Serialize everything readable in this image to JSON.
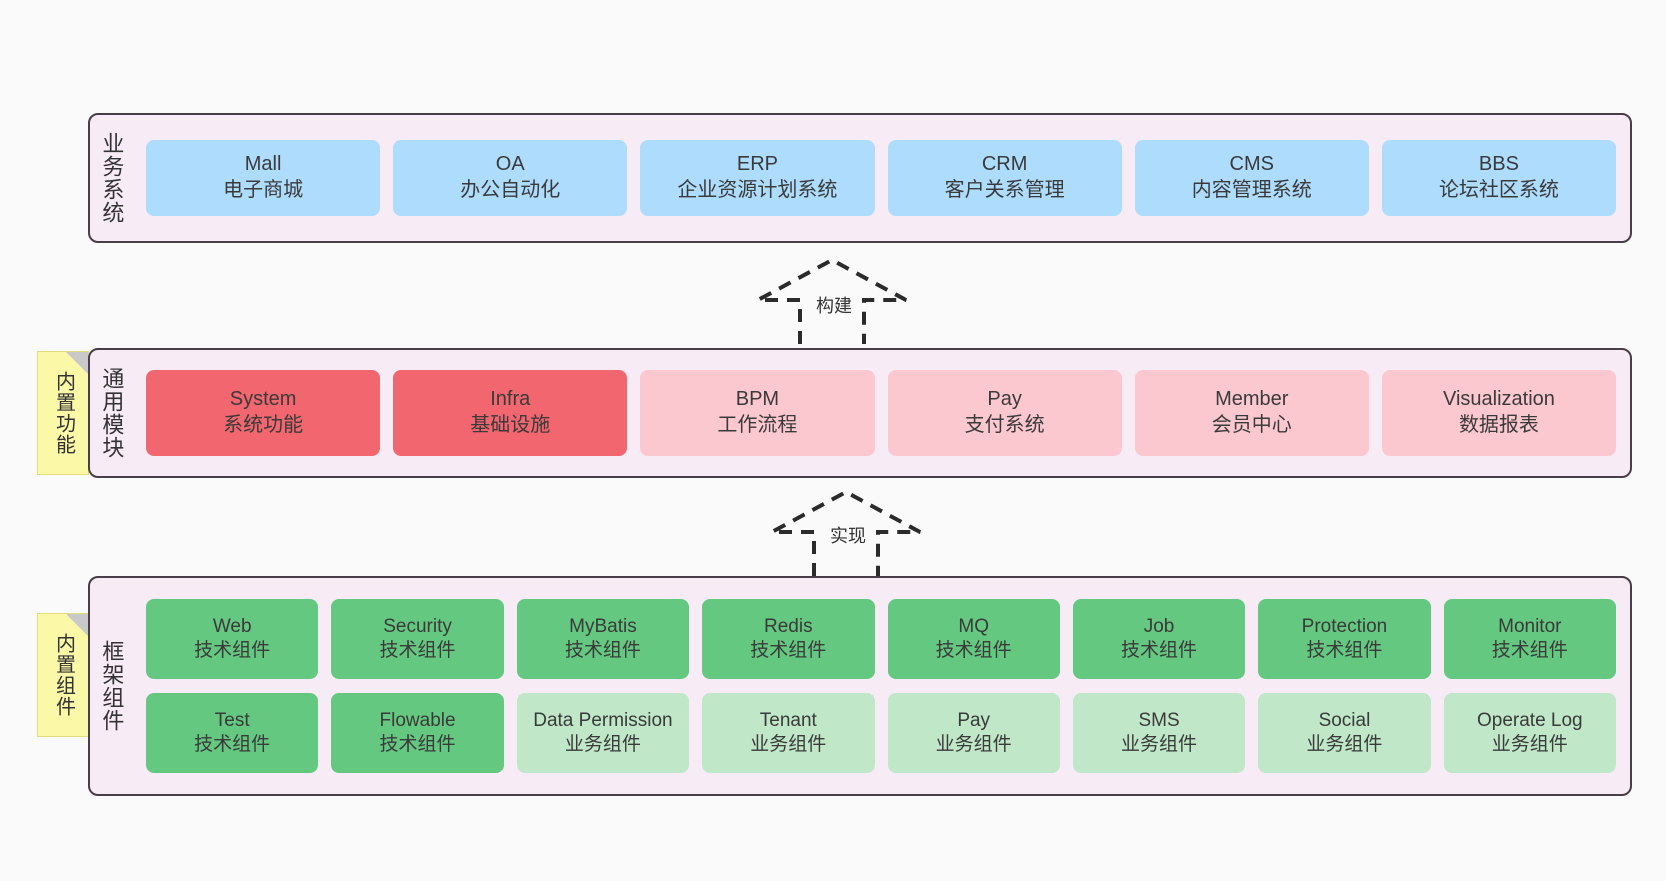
{
  "diagram": {
    "title": "",
    "background": "#fafafa",
    "colors": {
      "container_bg": "#f7ebf5",
      "container_border": "#4a3d4a",
      "business_card": "#aedcfd",
      "module_highlight": "#f2666f",
      "module_normal": "#fcc8cf",
      "tech_component": "#64c881",
      "biz_component": "#bfe7c8",
      "note_bg": "#fbf8a8",
      "note_fold": "#c9c9c9"
    }
  },
  "layers": {
    "business": {
      "label": "业务系统",
      "cards": [
        {
          "en": "Mall",
          "cn": "电子商城"
        },
        {
          "en": "OA",
          "cn": "办公自动化"
        },
        {
          "en": "ERP",
          "cn": "企业资源计划系统"
        },
        {
          "en": "CRM",
          "cn": "客户关系管理"
        },
        {
          "en": "CMS",
          "cn": "内容管理系统"
        },
        {
          "en": "BBS",
          "cn": "论坛社区系统"
        }
      ]
    },
    "common": {
      "label": "通用模块",
      "note": "内置功能",
      "cards": [
        {
          "en": "System",
          "cn": "系统功能",
          "style": "highlight"
        },
        {
          "en": "Infra",
          "cn": "基础设施",
          "style": "highlight"
        },
        {
          "en": "BPM",
          "cn": "工作流程",
          "style": "normal"
        },
        {
          "en": "Pay",
          "cn": "支付系统",
          "style": "normal"
        },
        {
          "en": "Member",
          "cn": "会员中心",
          "style": "normal"
        },
        {
          "en": "Visualization",
          "cn": "数据报表",
          "style": "normal"
        }
      ]
    },
    "framework": {
      "label": "框架组件",
      "note": "内置组件",
      "row1": [
        {
          "en": "Web",
          "cn": "技术组件",
          "style": "tech"
        },
        {
          "en": "Security",
          "cn": "技术组件",
          "style": "tech"
        },
        {
          "en": "MyBatis",
          "cn": "技术组件",
          "style": "tech"
        },
        {
          "en": "Redis",
          "cn": "技术组件",
          "style": "tech"
        },
        {
          "en": "MQ",
          "cn": "技术组件",
          "style": "tech"
        },
        {
          "en": "Job",
          "cn": "技术组件",
          "style": "tech"
        },
        {
          "en": "Protection",
          "cn": "技术组件",
          "style": "tech"
        },
        {
          "en": "Monitor",
          "cn": "技术组件",
          "style": "tech"
        }
      ],
      "row2": [
        {
          "en": "Test",
          "cn": "技术组件",
          "style": "tech"
        },
        {
          "en": "Flowable",
          "cn": "技术组件",
          "style": "tech"
        },
        {
          "en": "Data Permission",
          "cn": "业务组件",
          "style": "biz"
        },
        {
          "en": "Tenant",
          "cn": "业务组件",
          "style": "biz"
        },
        {
          "en": "Pay",
          "cn": "业务组件",
          "style": "biz"
        },
        {
          "en": "SMS",
          "cn": "业务组件",
          "style": "biz"
        },
        {
          "en": "Social",
          "cn": "业务组件",
          "style": "biz"
        },
        {
          "en": "Operate Log",
          "cn": "业务组件",
          "style": "biz"
        }
      ]
    }
  },
  "arrows": [
    {
      "name": "build-arrow",
      "label": "构建",
      "direction": "up",
      "from": "通用模块",
      "to": "业务系统"
    },
    {
      "name": "implement-arrow",
      "label": "实现",
      "direction": "up",
      "from": "框架组件",
      "to": "通用模块"
    }
  ]
}
